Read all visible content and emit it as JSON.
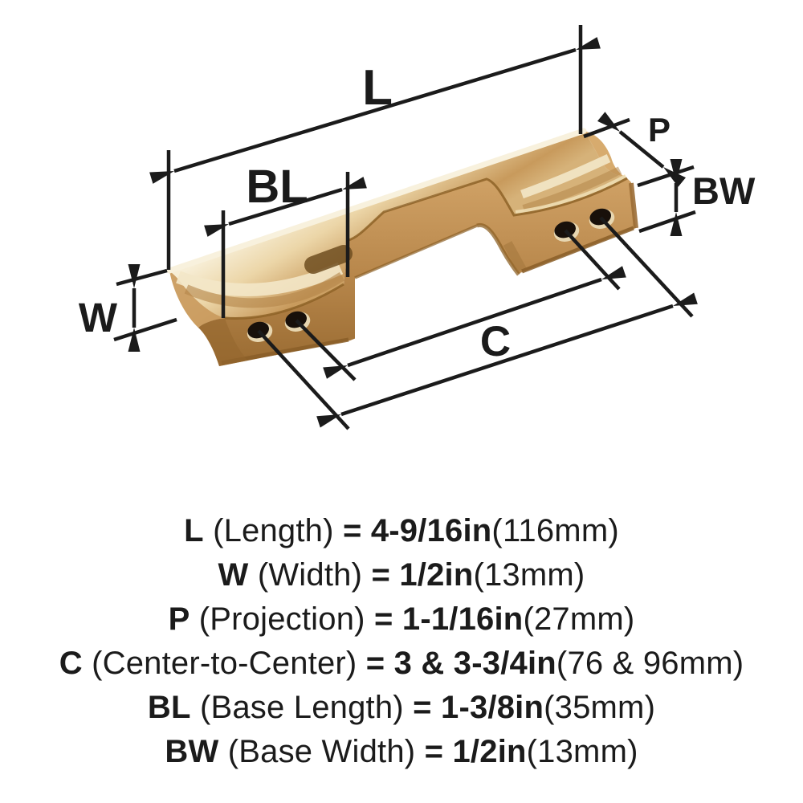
{
  "diagram": {
    "labels": {
      "length": "L",
      "base_length": "BL",
      "projection": "P",
      "base_width": "BW",
      "width": "W",
      "center_to_center": "C"
    },
    "product": "cabinet-edge-pull",
    "finish_color": "#c2924f",
    "line_color": "#1b1b1b",
    "hole_count": 4
  },
  "specs": {
    "lines": [
      {
        "symbol": "L",
        "name": "(Length)",
        "equals": "=",
        "value": "4-9/16in",
        "metric": "(116mm)"
      },
      {
        "symbol": "W",
        "name": "(Width)",
        "equals": "=",
        "value": "1/2in",
        "metric": "(13mm)"
      },
      {
        "symbol": "P",
        "name": "(Projection)",
        "equals": "=",
        "value": "1-1/16in",
        "metric": "(27mm)"
      },
      {
        "symbol": "C",
        "name": "(Center-to-Center)",
        "equals": "=",
        "value": "3 & 3-3/4in",
        "metric": "(76 & 96mm)"
      },
      {
        "symbol": "BL",
        "name": "(Base Length)",
        "equals": "=",
        "value": "1-3/8in",
        "metric": "(35mm)"
      },
      {
        "symbol": "BW",
        "name": "(Base Width)",
        "equals": "=",
        "value": "1/2in",
        "metric": "(13mm)"
      }
    ]
  }
}
